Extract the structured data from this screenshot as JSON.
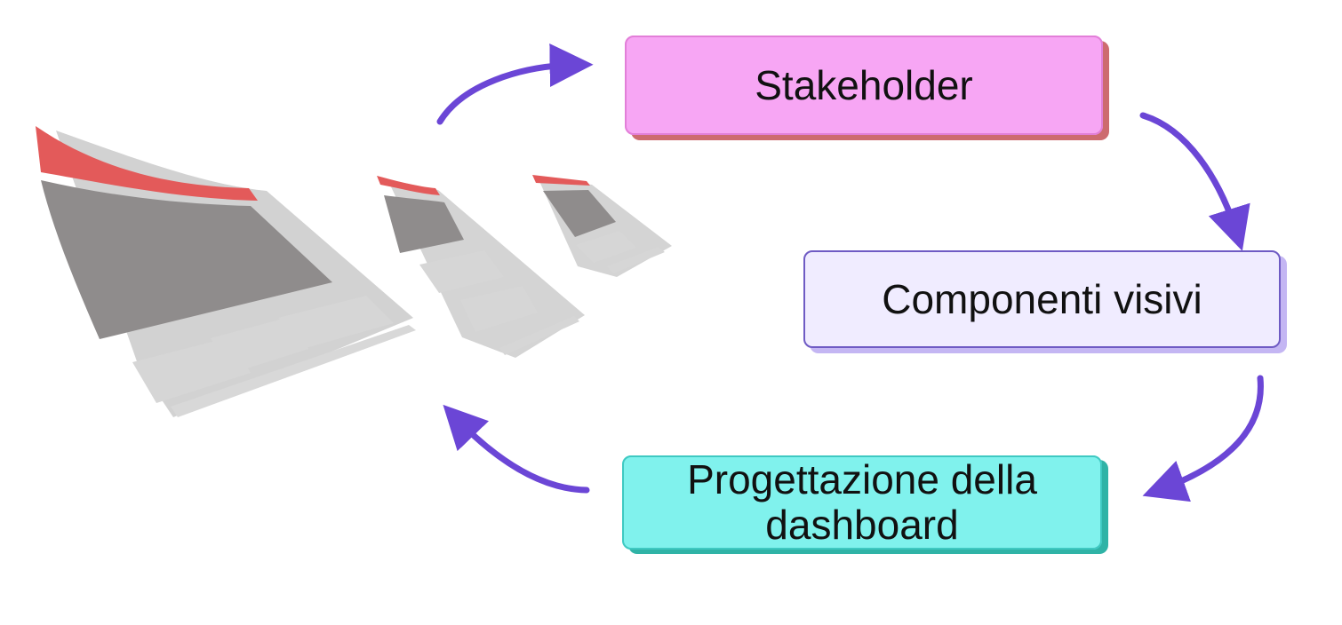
{
  "nodes": {
    "stakeholder": "Stakeholder",
    "componenti": "Componenti visivi",
    "progettazione": "Progettazione della dashboard"
  },
  "colors": {
    "stakeholder_fill": "#f7a6f4",
    "stakeholder_shadow": "#cd6b6f",
    "componenti_fill": "#f0ecff",
    "componenti_shadow": "#c4b6f3",
    "progettazione_fill": "#80f2ed",
    "progettazione_shadow": "#2fb3a6",
    "arrow": "#6b46d6",
    "sheet_header": "#e35a5a",
    "sheet_dark": "#8f8c8c",
    "sheet_light": "#d6d6d6",
    "sheet_shadow": "#cfcfcf"
  },
  "icons": [
    "dashboard-sheet-icon",
    "dashboard-sheet-icon",
    "dashboard-sheet-icon",
    "curved-arrow-icon"
  ]
}
